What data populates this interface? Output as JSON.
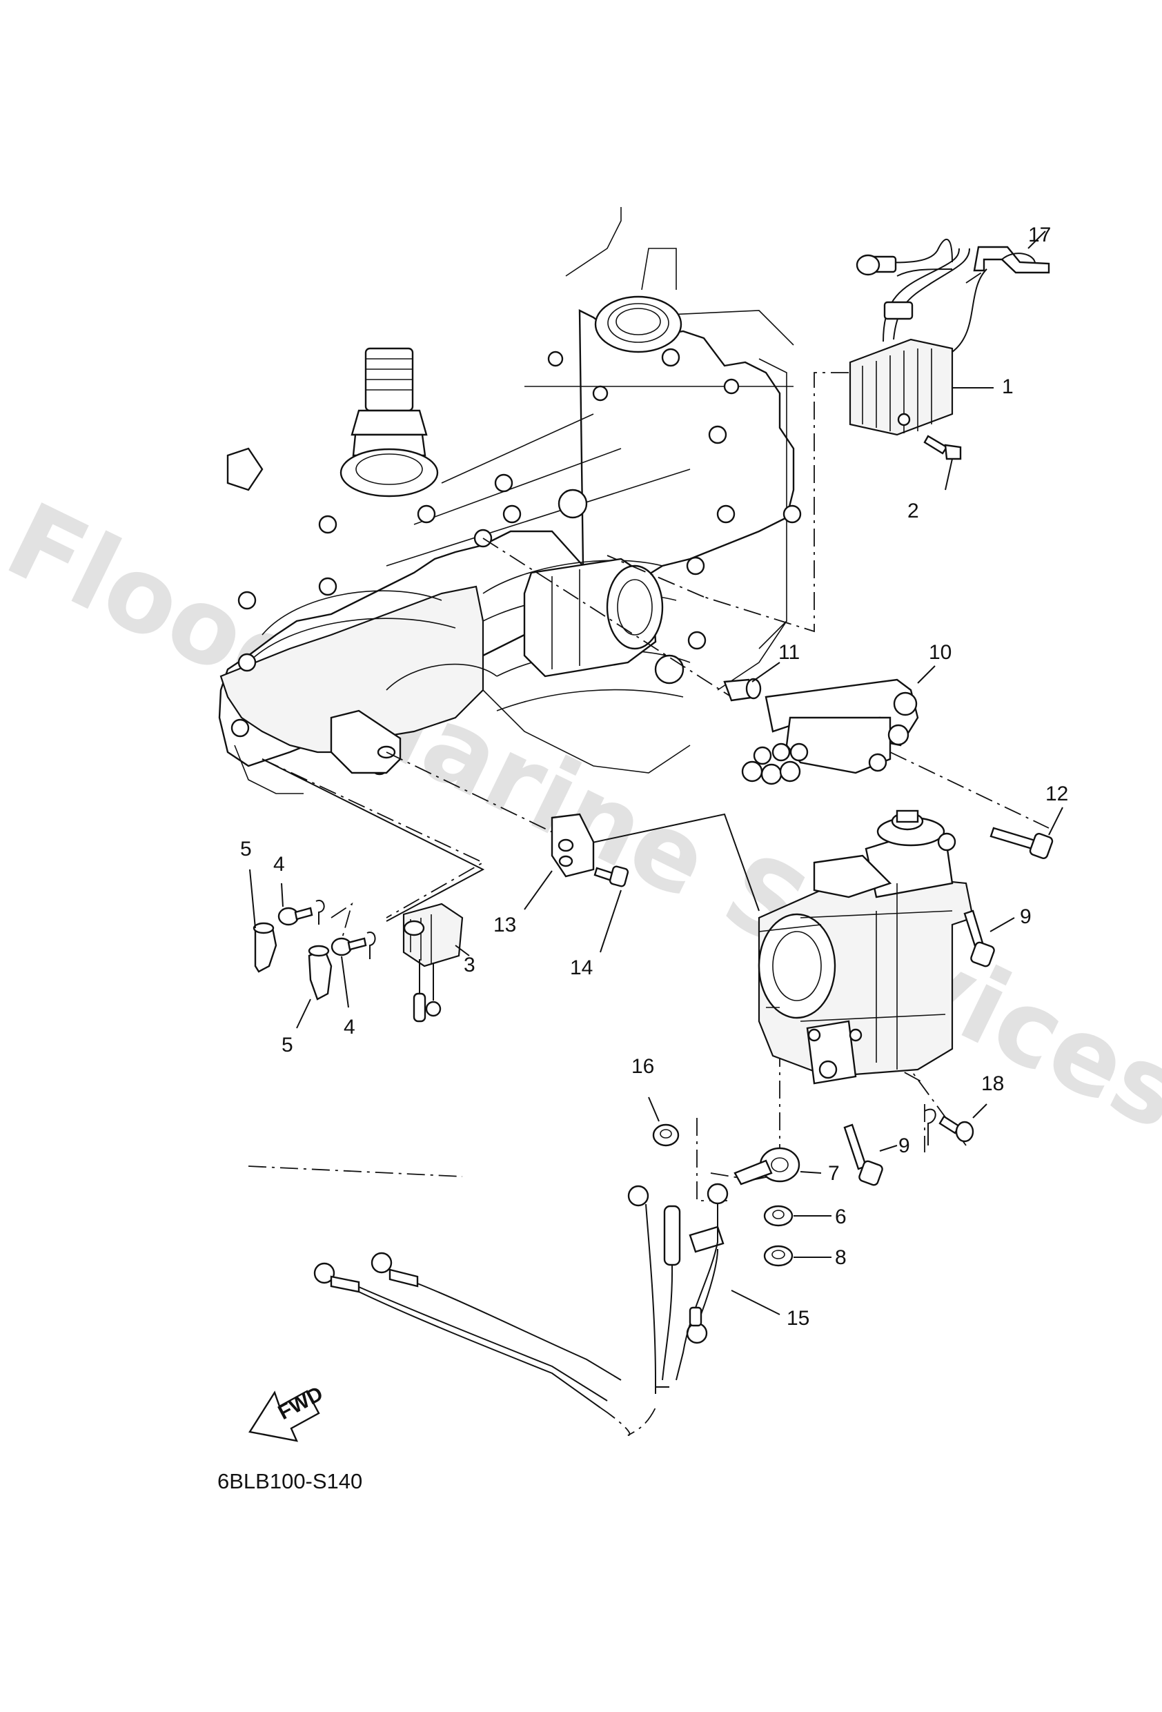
{
  "diagram": {
    "code": "6BLB100-S140",
    "watermark": "Flood Marine Services",
    "direction_arrow_text": "FWD",
    "callouts": [
      {
        "id": "c1",
        "text": "1"
      },
      {
        "id": "c2",
        "text": "2"
      },
      {
        "id": "c3",
        "text": "3"
      },
      {
        "id": "c4a",
        "text": "4"
      },
      {
        "id": "c4b",
        "text": "4"
      },
      {
        "id": "c5a",
        "text": "5"
      },
      {
        "id": "c5b",
        "text": "5"
      },
      {
        "id": "c6",
        "text": "6"
      },
      {
        "id": "c7",
        "text": "7"
      },
      {
        "id": "c8",
        "text": "8"
      },
      {
        "id": "c9a",
        "text": "9"
      },
      {
        "id": "c9b",
        "text": "9"
      },
      {
        "id": "c10",
        "text": "10"
      },
      {
        "id": "c11",
        "text": "11"
      },
      {
        "id": "c12",
        "text": "12"
      },
      {
        "id": "c13",
        "text": "13"
      },
      {
        "id": "c14",
        "text": "14"
      },
      {
        "id": "c15",
        "text": "15"
      },
      {
        "id": "c16",
        "text": "16"
      },
      {
        "id": "c17",
        "text": "17"
      },
      {
        "id": "c18",
        "text": "18"
      }
    ]
  }
}
